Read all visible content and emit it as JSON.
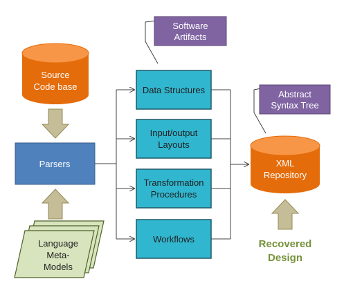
{
  "colors": {
    "cylinder_fill": "#e46c0a",
    "cylinder_top": "#f79646",
    "parser_fill": "#4f81bd",
    "component_fill": "#31b6cf",
    "callout_fill": "#8064a2",
    "meta_model_fill": "#d7e4bd",
    "arrow_fill": "#c4bd97",
    "recovered_text": "#76923c"
  },
  "nodes": {
    "source": {
      "line1": "Source",
      "line2": "Code base"
    },
    "parsers": {
      "label": "Parsers"
    },
    "meta_models": {
      "line1": "Language",
      "line2": "Meta-",
      "line3": "Models"
    },
    "data_structures": {
      "label": "Data Structures"
    },
    "io_layouts": {
      "line1": "Input/output",
      "line2": "Layouts"
    },
    "transformation": {
      "line1": "Transformation",
      "line2": "Procedures"
    },
    "workflows": {
      "label": "Workflows"
    },
    "xml_repo": {
      "line1": "XML",
      "line2": "Repository"
    }
  },
  "callouts": {
    "software_artifacts": {
      "line1": "Software",
      "line2": "Artifacts"
    },
    "abstract_syntax_tree": {
      "line1": "Abstract",
      "line2": "Syntax Tree"
    }
  },
  "recovered": {
    "line1": "Recovered",
    "line2": "Design"
  }
}
